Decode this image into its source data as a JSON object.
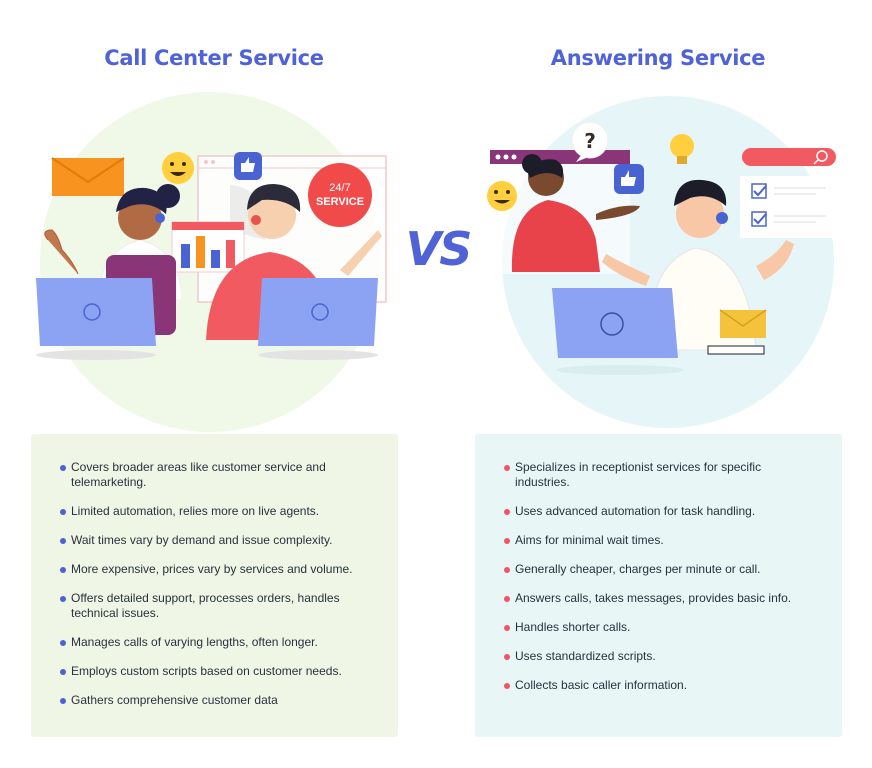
{
  "left": {
    "title": "Call Center Service",
    "badge_line1": "24/7",
    "badge_line2": "SERVICE",
    "items": [
      "Covers broader areas like customer service and telemarketing.",
      "Limited automation, relies more on live agents.",
      "Wait times vary by demand and issue complexity.",
      "More expensive, prices vary by services and volume.",
      "Offers detailed support, processes orders, handles technical issues.",
      "Manages calls of varying lengths, often longer.",
      "Employs custom scripts based on customer needs.",
      "Gathers comprehensive customer data"
    ]
  },
  "vs_label": "VS",
  "right": {
    "title": "Answering Service",
    "items": [
      "Specializes in receptionist services for specific industries.",
      "Uses advanced automation for task handling.",
      "Aims for minimal wait times.",
      "Generally cheaper, charges per minute or call.",
      "Answers calls, takes messages, provides basic info.",
      "Handles shorter calls.",
      "Uses standardized scripts.",
      "Collects basic caller information."
    ]
  },
  "colors": {
    "accent": "#4f63d6",
    "left_panel": "#eff6e6",
    "right_panel": "#e8f6f6",
    "left_bullet": "#4a63d3",
    "right_bullet": "#ef5564"
  },
  "icons": [
    "envelope-icon",
    "smiley-icon",
    "thumbs-up-icon",
    "bar-chart-icon",
    "question-mark-icon",
    "lightbulb-icon",
    "search-icon",
    "checkbox-icon",
    "laptop-icon",
    "headset-icon"
  ]
}
